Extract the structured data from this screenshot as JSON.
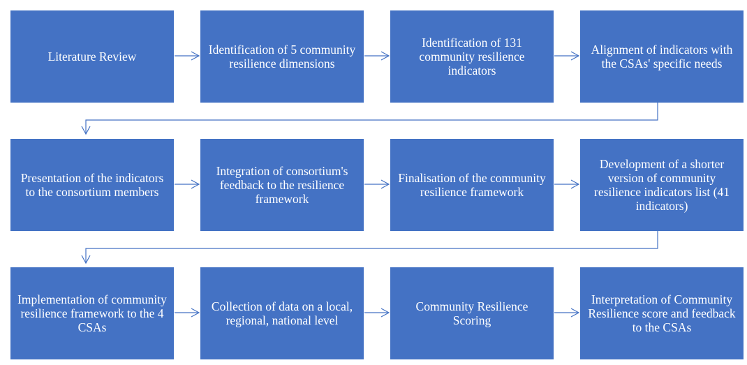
{
  "colors": {
    "box_fill": "#4472c4",
    "box_text": "#ffffff",
    "connector": "#4472c4"
  },
  "rows": [
    {
      "steps": [
        {
          "label": "Literature Review"
        },
        {
          "label": "Identification of 5 community resilience dimensions"
        },
        {
          "label": "Identification of 131 community resilience indicators"
        },
        {
          "label": "Alignment of indicators with the CSAs' specific needs"
        }
      ]
    },
    {
      "steps": [
        {
          "label": "Presentation of the indicators to the consortium members"
        },
        {
          "label": "Integration of consortium's feedback to the resilience framework"
        },
        {
          "label": "Finalisation of the community resilience framework"
        },
        {
          "label": "Development of a shorter version of community resilience indicators list (41 indicators)"
        }
      ]
    },
    {
      "steps": [
        {
          "label": "Implementation of community resilience framework to the 4 CSAs"
        },
        {
          "label": "Collection of data on a local, regional, national level"
        },
        {
          "label": "Community Resilience Scoring"
        },
        {
          "label": "Interpretation of Community Resilience score and feedback to the CSAs"
        }
      ]
    }
  ]
}
